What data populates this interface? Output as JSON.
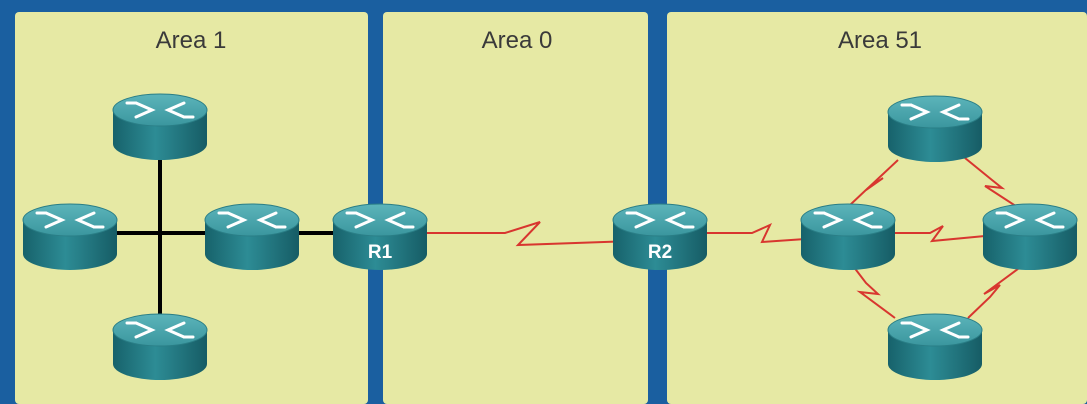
{
  "colors": {
    "background": "#1a5fa0",
    "area_fill": "#e6e9a4",
    "ethernet_link": "#000000",
    "serial_link": "#d8362f",
    "router_top": "#3f9da4",
    "router_side": "#1e6e78"
  },
  "areas": [
    {
      "id": "area-1",
      "label": "Area 1"
    },
    {
      "id": "area-0",
      "label": "Area 0"
    },
    {
      "id": "area-51",
      "label": "Area 51"
    }
  ],
  "routers": [
    {
      "id": "a1-top",
      "label": ""
    },
    {
      "id": "a1-left",
      "label": ""
    },
    {
      "id": "a1-center",
      "label": ""
    },
    {
      "id": "a1-bottom",
      "label": ""
    },
    {
      "id": "r1",
      "label": "R1"
    },
    {
      "id": "r2",
      "label": "R2"
    },
    {
      "id": "a51-left",
      "label": ""
    },
    {
      "id": "a51-top",
      "label": ""
    },
    {
      "id": "a51-right",
      "label": ""
    },
    {
      "id": "a51-bottom",
      "label": ""
    }
  ],
  "links": [
    {
      "from": "a1-top",
      "to": "a1-bottom",
      "type": "ethernet"
    },
    {
      "from": "a1-left",
      "to": "r1",
      "type": "ethernet"
    },
    {
      "from": "r1",
      "to": "r2",
      "type": "serial"
    },
    {
      "from": "r2",
      "to": "a51-left",
      "type": "serial"
    },
    {
      "from": "a51-left",
      "to": "a51-top",
      "type": "serial"
    },
    {
      "from": "a51-top",
      "to": "a51-right",
      "type": "serial"
    },
    {
      "from": "a51-left",
      "to": "a51-right",
      "type": "serial"
    },
    {
      "from": "a51-left",
      "to": "a51-bottom",
      "type": "serial"
    },
    {
      "from": "a51-bottom",
      "to": "a51-right",
      "type": "serial"
    }
  ]
}
